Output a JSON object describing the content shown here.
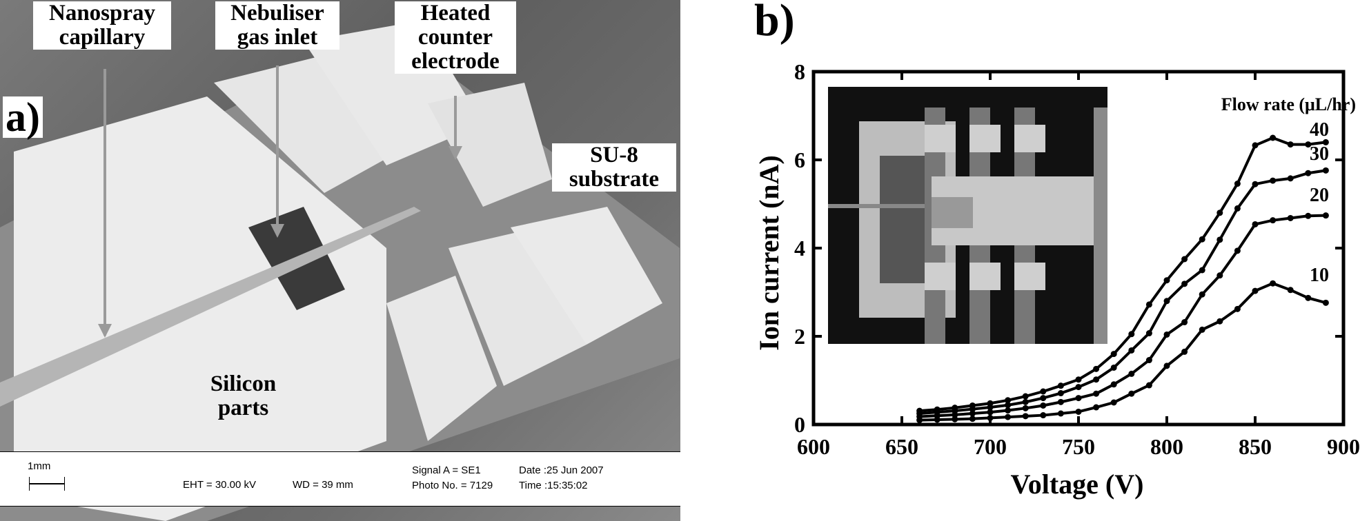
{
  "panel_a": {
    "label": "a)",
    "annotations": {
      "nanospray": "Nanospray capillary",
      "nebuliser": "Nebuliser gas inlet",
      "heated": "Heated counter electrode",
      "substrate": "SU-8 substrate",
      "silicon": "Silicon parts"
    },
    "info_bar": {
      "scale": "1mm",
      "eht": "EHT = 30.00 kV",
      "wd": "WD =   39 mm",
      "signal": "Signal A = SE1",
      "photo": "Photo No. = 7129",
      "date": "Date :25 Jun 2007",
      "time": "Time :15:35:02"
    }
  },
  "panel_b": {
    "label": "b)"
  },
  "chart_data": {
    "type": "line",
    "xlabel": "Voltage (V)",
    "ylabel": "Ion current (nA)",
    "xlim": [
      600,
      900
    ],
    "ylim": [
      0,
      8
    ],
    "xticks": [
      600,
      650,
      700,
      750,
      800,
      850,
      900
    ],
    "yticks": [
      0,
      2,
      4,
      6,
      8
    ],
    "grid": false,
    "legend_title": "Flow rate (μL/hr)",
    "x": [
      660,
      670,
      680,
      690,
      700,
      710,
      720,
      730,
      740,
      750,
      760,
      770,
      780,
      790,
      800,
      810,
      820,
      830,
      840,
      850,
      860,
      870,
      880,
      890
    ],
    "series": [
      {
        "name": "40",
        "values": [
          0.31,
          0.34,
          0.38,
          0.43,
          0.48,
          0.55,
          0.64,
          0.75,
          0.88,
          1.02,
          1.26,
          1.6,
          2.05,
          2.72,
          3.27,
          3.75,
          4.2,
          4.8,
          5.46,
          6.33,
          6.5,
          6.35,
          6.35,
          6.4
        ]
      },
      {
        "name": "30",
        "values": [
          0.25,
          0.28,
          0.31,
          0.35,
          0.39,
          0.44,
          0.51,
          0.6,
          0.71,
          0.85,
          1.02,
          1.29,
          1.68,
          2.07,
          2.8,
          3.19,
          3.5,
          4.19,
          4.9,
          5.45,
          5.53,
          5.58,
          5.7,
          5.76
        ]
      },
      {
        "name": "20",
        "values": [
          0.18,
          0.2,
          0.22,
          0.25,
          0.28,
          0.32,
          0.37,
          0.43,
          0.51,
          0.6,
          0.7,
          0.91,
          1.15,
          1.46,
          2.04,
          2.32,
          2.95,
          3.38,
          3.94,
          4.54,
          4.63,
          4.68,
          4.73,
          4.74
        ]
      },
      {
        "name": "10",
        "values": [
          0.1,
          0.11,
          0.12,
          0.13,
          0.15,
          0.17,
          0.19,
          0.21,
          0.25,
          0.29,
          0.39,
          0.5,
          0.7,
          0.89,
          1.33,
          1.65,
          2.15,
          2.34,
          2.62,
          3.03,
          3.2,
          3.05,
          2.87,
          2.76
        ]
      }
    ],
    "colors": {
      "line": "#000000"
    }
  }
}
